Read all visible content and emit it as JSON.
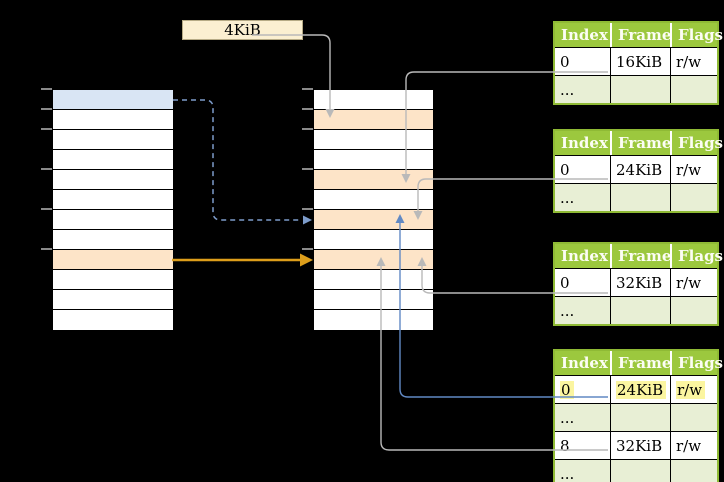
{
  "page_size_label": "4KiB",
  "memory": {
    "left_column": {
      "row_count": 12,
      "row_colors": {
        "0": "blue",
        "8": "peach"
      }
    },
    "middle_column": {
      "row_count": 12,
      "row_colors": {
        "1": "peach",
        "4": "peach",
        "6": "peach",
        "8": "peach"
      }
    },
    "tick_rows": [
      0,
      1,
      2,
      4,
      6,
      8
    ]
  },
  "tables": [
    {
      "headers": [
        "Index",
        "Frame",
        "Flags"
      ],
      "rows": [
        {
          "cells": [
            "0",
            "16KiB",
            "r/w"
          ]
        },
        {
          "cells": [
            "...",
            "",
            ""
          ]
        }
      ]
    },
    {
      "headers": [
        "Index",
        "Frame",
        "Flags"
      ],
      "rows": [
        {
          "cells": [
            "0",
            "24KiB",
            "r/w"
          ]
        },
        {
          "cells": [
            "...",
            "",
            ""
          ]
        }
      ]
    },
    {
      "headers": [
        "Index",
        "Frame",
        "Flags"
      ],
      "rows": [
        {
          "cells": [
            "0",
            "32KiB",
            "r/w"
          ]
        },
        {
          "cells": [
            "...",
            "",
            ""
          ]
        }
      ]
    },
    {
      "headers": [
        "Index",
        "Frame",
        "Flags"
      ],
      "rows": [
        {
          "cells": [
            "0",
            "24KiB",
            "r/w"
          ],
          "highlighted": true
        },
        {
          "cells": [
            "...",
            "",
            ""
          ]
        },
        {
          "cells": [
            "8",
            "32KiB",
            "r/w"
          ]
        },
        {
          "cells": [
            "...",
            "",
            ""
          ]
        }
      ]
    }
  ],
  "colors": {
    "table_header_green": "#9cc83e",
    "green_border": "#8fba35",
    "table_row_green": "#e8efd5",
    "peach": "#fde4c8",
    "blue_row": "#d9e5f4",
    "label_cream": "#fbefd1",
    "highlight_yellow": "#fbf5a0",
    "connector_gray": "#b9b9b9",
    "connector_blue": "#6189c4",
    "dashed_blue": "#7d9ccb",
    "arrow_orange": "#dd9e1b",
    "tick_gray": "#8a8a8a"
  }
}
